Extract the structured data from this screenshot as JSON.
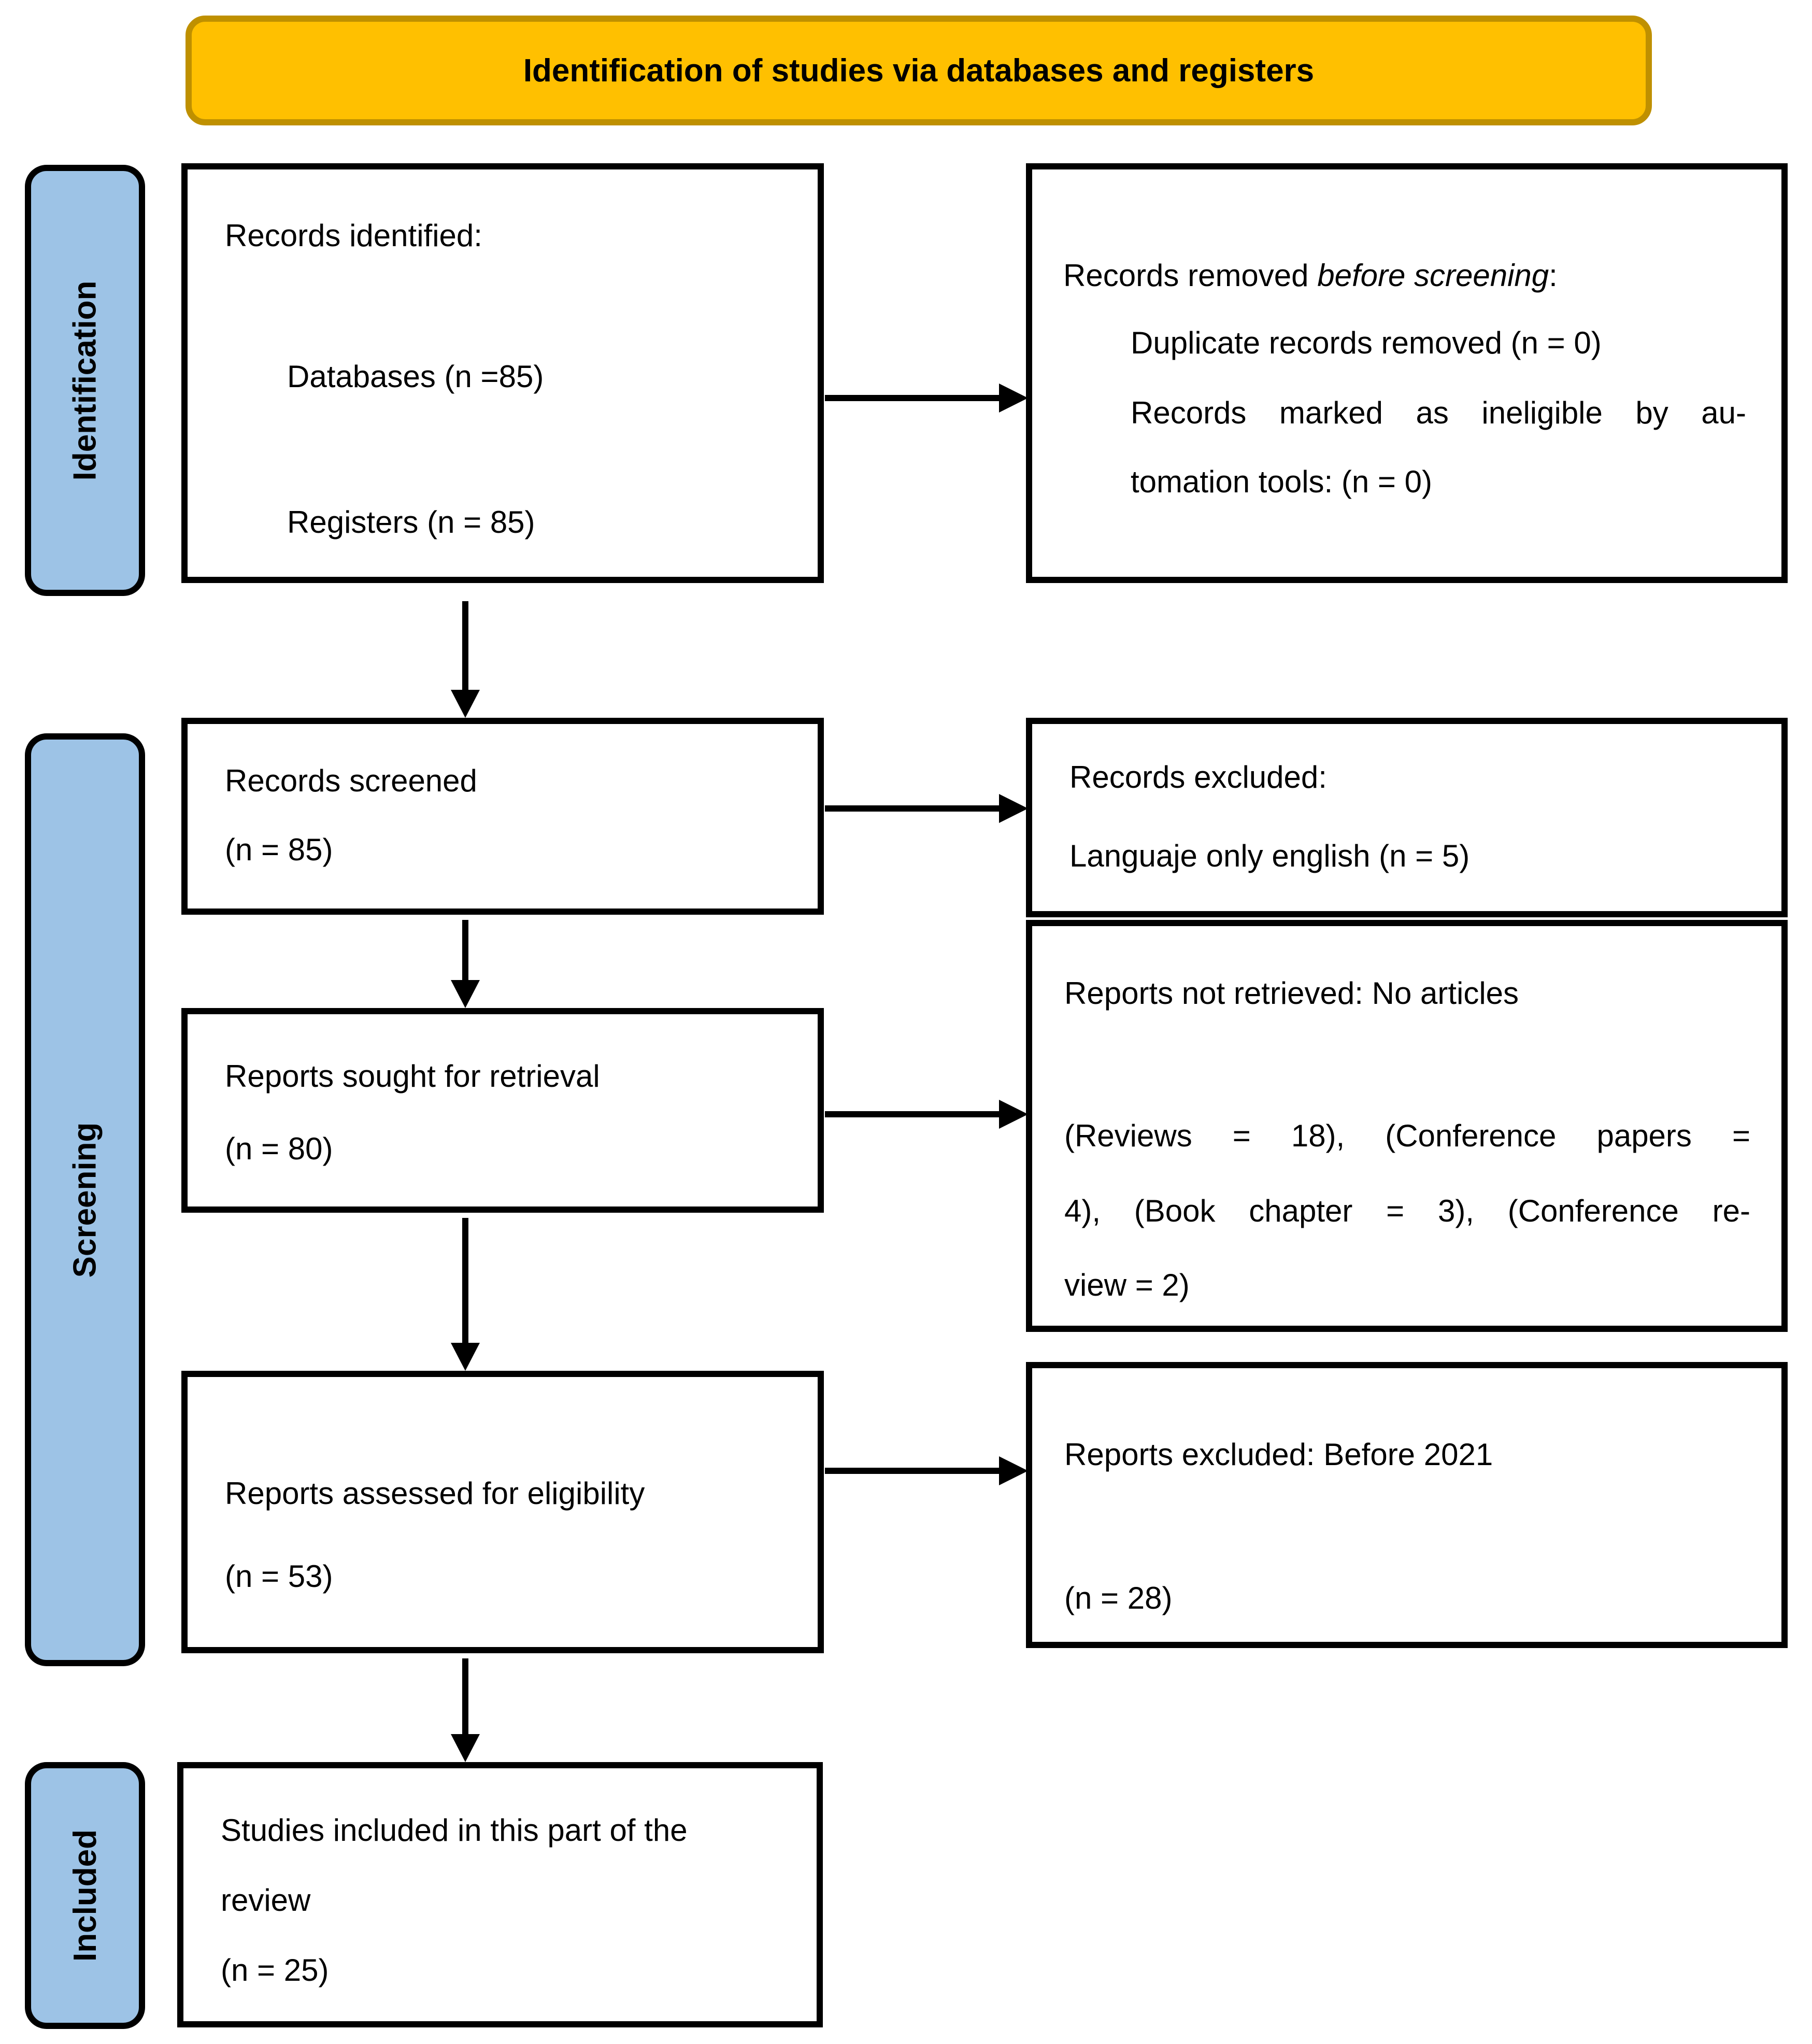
{
  "header": {
    "title": "Identification of studies via databases and registers"
  },
  "sidebars": {
    "identification": {
      "label": "Identification"
    },
    "screening": {
      "label": "Screening"
    },
    "included": {
      "label": "Included"
    }
  },
  "boxes": {
    "records_identified": {
      "line1": "Records identified:",
      "item1": "Databases (n =85)",
      "item2": "Registers (n = 85)"
    },
    "records_removed": {
      "line1_prefix": "Records removed ",
      "line1_italic": "before screening",
      "line1_suffix": ":",
      "item1": "Duplicate records removed (n = 0)",
      "item2_line1": "Records marked as ineligible by au-",
      "item2_line2": "tomation tools: (n = 0)"
    },
    "records_screened": {
      "line1": "Records screened",
      "line2": "(n = 85)"
    },
    "records_excluded": {
      "line1": "Records excluded:",
      "line2": "Languaje only english (n = 5)"
    },
    "reports_sought": {
      "line1": "Reports sought for retrieval",
      "line2": "(n = 80)"
    },
    "reports_not_retrieved": {
      "line1": "Reports not retrieved: No articles",
      "line2": "(Reviews = 18), (Conference papers =",
      "line3": "4), (Book chapter = 3), (Conference re-",
      "line4": "view = 2)"
    },
    "reports_assessed": {
      "line1": "Reports assessed for eligibility",
      "line2": "(n = 53)"
    },
    "reports_excluded_2021": {
      "line1": "Reports excluded: Before 2021",
      "line2": "(n = 28)"
    },
    "studies_included": {
      "line1": "Studies included in this part of the",
      "line2": "review",
      "line3": "(n = 25)"
    }
  },
  "colors": {
    "banner_fill": "#FFC000",
    "banner_border": "#BF9000",
    "sidebar_fill": "#9DC3E6",
    "box_border": "#000000",
    "background": "#FFFFFF",
    "text": "#000000"
  }
}
